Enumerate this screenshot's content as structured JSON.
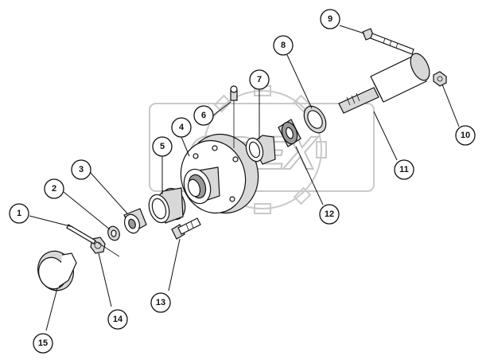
{
  "watermark": {
    "text": "OPEX"
  },
  "callouts": [
    {
      "id": "1",
      "label": "1"
    },
    {
      "id": "2",
      "label": "2"
    },
    {
      "id": "3",
      "label": "3"
    },
    {
      "id": "4",
      "label": "4"
    },
    {
      "id": "5",
      "label": "5"
    },
    {
      "id": "6",
      "label": "6"
    },
    {
      "id": "7",
      "label": "7"
    },
    {
      "id": "8",
      "label": "8"
    },
    {
      "id": "9",
      "label": "9"
    },
    {
      "id": "10",
      "label": "10"
    },
    {
      "id": "11",
      "label": "11"
    },
    {
      "id": "12",
      "label": "12"
    },
    {
      "id": "13",
      "label": "13"
    },
    {
      "id": "14",
      "label": "14"
    },
    {
      "id": "15",
      "label": "15"
    }
  ]
}
